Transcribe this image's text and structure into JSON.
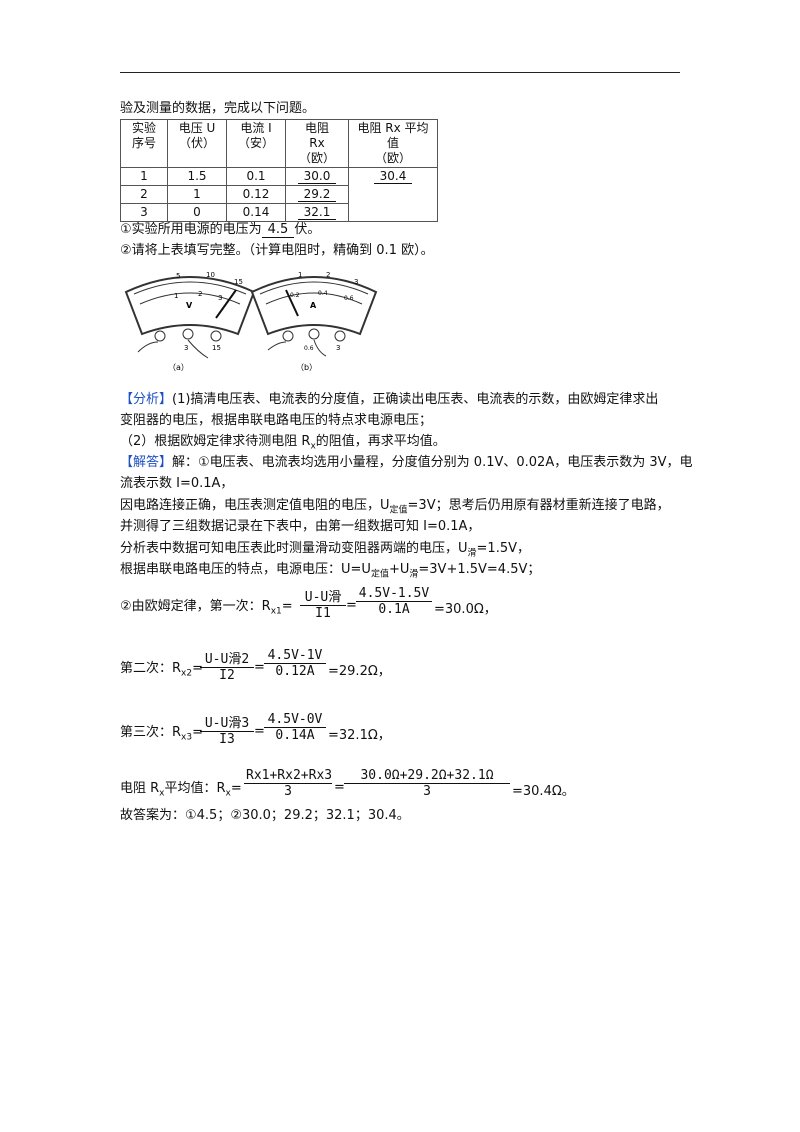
{
  "intro": "验及测量的数据，完成以下问题。",
  "table": {
    "headers": [
      [
        "实验",
        "序号"
      ],
      [
        "电压 U",
        "（伏）"
      ],
      [
        "电流 I",
        "（安）"
      ],
      [
        "电阻",
        "Rx",
        "（欧）"
      ],
      [
        "电阻 Rx 平均",
        "值",
        "（欧）"
      ]
    ],
    "rows": [
      [
        "1",
        "1.5",
        "0.1",
        "30.0"
      ],
      [
        "2",
        "1",
        "0.12",
        "29.2"
      ],
      [
        "3",
        "0",
        "0.14",
        "32.1"
      ]
    ],
    "average": "30.4"
  },
  "q1": {
    "prefix": "①实验所用电源的电压为",
    "answer": "4.5",
    "suffix": "伏。"
  },
  "q2": "②请将上表填写完整。（计算电阻时，精确到 0.1 欧）。",
  "meters": {
    "a_label": "（a）",
    "b_label": "（b）",
    "v_letter": "V",
    "a_letter": "A",
    "v_scale_top": [
      "5",
      "10",
      "15"
    ],
    "v_scale_bottom": [
      "1",
      "2",
      "3"
    ],
    "a_scale_top": [
      "1",
      "2",
      "3"
    ],
    "a_scale_bottom": [
      "0.2",
      "0.4",
      "0.6"
    ],
    "v_terminals": [
      "3",
      "15"
    ],
    "a_terminals": [
      "0.6",
      "3"
    ]
  },
  "analysis": {
    "tag": "【分析】",
    "line1": "(1)搞清电压表、电流表的分度值，正确读出电压表、电流表的示数，由欧姆定律求出",
    "line2": "变阻器的电压，根据串联电路电压的特点求电源电压；",
    "line3a": "（2）根据欧姆定律求待测电阻 R",
    "line3sub": "x",
    "line3b": "的阻值，再求平均值。"
  },
  "solution": {
    "tag": "【解答】",
    "line1": "解：①电压表、电流表均选用小量程，分度值分别为 0.1V、0.02A，电压表示数为 3V，电",
    "line2": "流表示数 I=0.1A，",
    "line3a": "因电路连接正确，电压表测定值电阻的电压，U",
    "line3sub": "定值",
    "line3b": "=3V；思考后仍用原有器材重新连接了电路，",
    "line4": "并测得了三组数据记录在下表中，由第一组数据可知 I=0.1A，",
    "line5a": "分析表中数据可知电压表此时测量滑动变阻器两端的电压，U",
    "line5sub": "滑",
    "line5b": "=1.5V，",
    "line6a": "根据串联电路电压的特点，电源电压：U=U",
    "line6sub1": "定值",
    "line6b": "+U",
    "line6sub2": "滑",
    "line6c": "=3V+1.5V=4.5V；",
    "step1_prefix": "②由欧姆定律，第一次：R",
    "step1_sub": "x1",
    "f1_num": "U-U滑",
    "f1_den": "I1",
    "f1_num2": "4.5V-1.5V",
    "f1_den2": "0.1A",
    "f1_result": "=30.0Ω，",
    "step2_prefix": "第二次：R",
    "step2_sub": "x2",
    "f2_num": "U-U滑2",
    "f2_den": "I2",
    "f2_num2": "4.5V-1V",
    "f2_den2": "0.12A",
    "f2_result": "=29.2Ω，",
    "step3_prefix": "第三次：R",
    "step3_sub": "x3",
    "f3_num": "U-U滑3",
    "f3_den": "I3",
    "f3_num2": "4.5V-0V",
    "f3_den2": "0.14A",
    "f3_result": "=32.1Ω，",
    "avg_prefix": "电阻 R",
    "avg_sub": "x",
    "avg_mid": "平均值：R",
    "avg_sub2": "x",
    "f4_num": "Rx1+Rx2+Rx3",
    "f4_den": "3",
    "f4_num2": "30.0Ω+29.2Ω+32.1Ω",
    "f4_den2": "3",
    "f4_result": "=30.4Ω。",
    "final": "故答案为：①4.5；②30.0；29.2；32.1；30.4。"
  }
}
